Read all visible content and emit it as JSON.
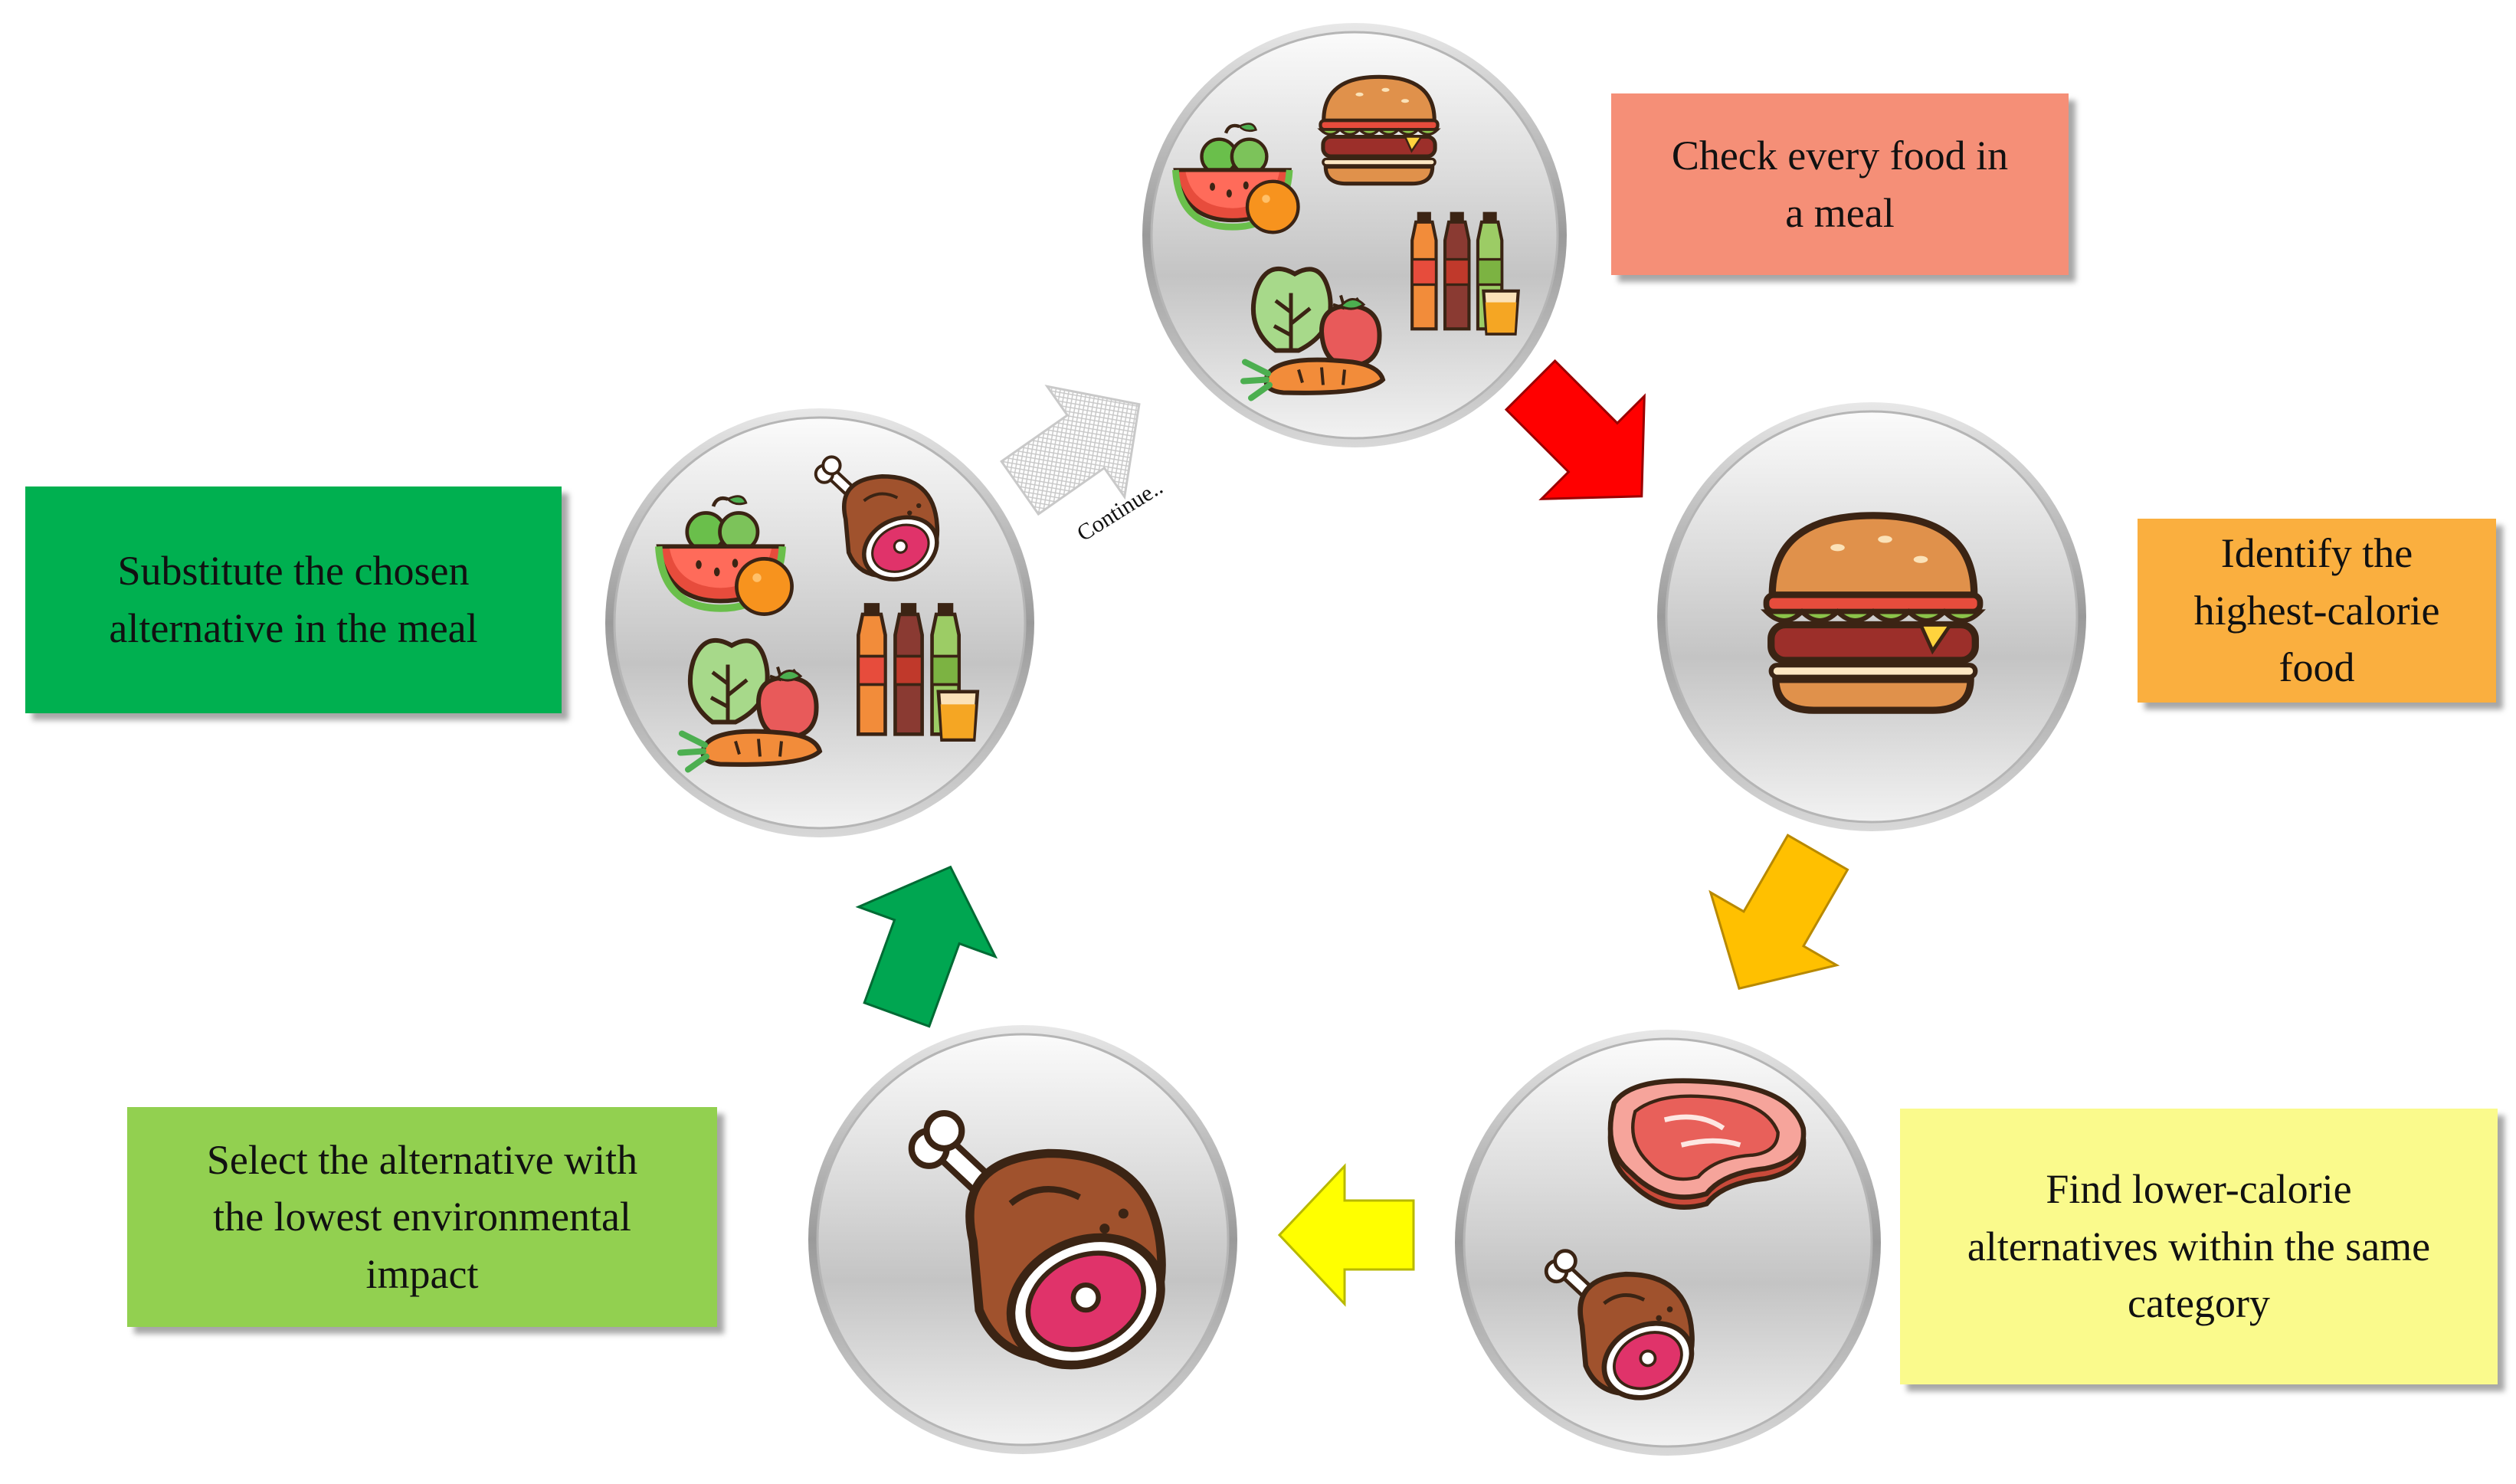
{
  "steps": [
    {
      "id": "check",
      "text": "Check every food in a meal",
      "line1": "Check every food in",
      "line2": "a meal",
      "color": "#f58f77"
    },
    {
      "id": "identify",
      "text": "Identify the highest-calorie food",
      "line1": "Identify the",
      "line2": "highest-calorie",
      "line3": "food",
      "color": "#faaf3f"
    },
    {
      "id": "find",
      "text": "Find lower-calorie alternatives within the same category",
      "line1": "Find lower-calorie",
      "line2": "alternatives within the same",
      "line3": "category",
      "color": "#fafa8c"
    },
    {
      "id": "select",
      "text": "Select the alternative with the lowest environmental impact",
      "line1": "Select the alternative with",
      "line2": "the lowest environmental",
      "line3": "impact",
      "color": "#92d050"
    },
    {
      "id": "substitute",
      "text": "Substitute the chosen alternative in the meal",
      "line1": "Substitute the chosen",
      "line2": "alternative in the meal",
      "color": "#00b050"
    }
  ],
  "continue_label": "Continue..",
  "arrow_colors": {
    "check_to_identify": "#ff0000",
    "identify_to_find": "#ffc000",
    "find_to_select": "#ffff00",
    "select_to_substitute": "#00a651",
    "continue": "#d9d9d9"
  },
  "icons": {
    "circle_top": [
      "fruit-bowl-icon",
      "burger-icon",
      "vegetables-icon",
      "drinks-icon"
    ],
    "circle_right": [
      "burger-icon"
    ],
    "circle_bottom_right": [
      "steak-icon",
      "ham-icon"
    ],
    "circle_bottom_left": [
      "ham-icon"
    ],
    "circle_left": [
      "fruit-bowl-icon",
      "ham-icon",
      "vegetables-icon",
      "drinks-icon"
    ]
  }
}
